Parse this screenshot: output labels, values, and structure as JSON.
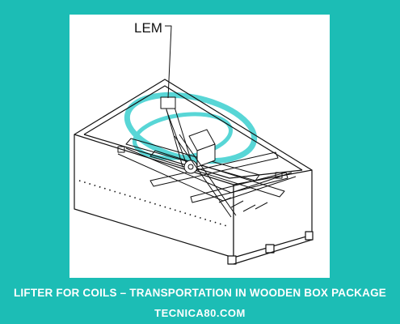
{
  "diagram": {
    "label": "LEM",
    "caption": "LIFTER FOR COILS – TRANSPORTATION IN WOODEN BOX PACKAGE",
    "website": "TECNICA80.COM"
  },
  "colors": {
    "background": "#1cbdb5",
    "panel": "#ffffff",
    "line": "#111111",
    "logo_swirl": "#3ccfd0",
    "caption_text": "#ffffff"
  }
}
